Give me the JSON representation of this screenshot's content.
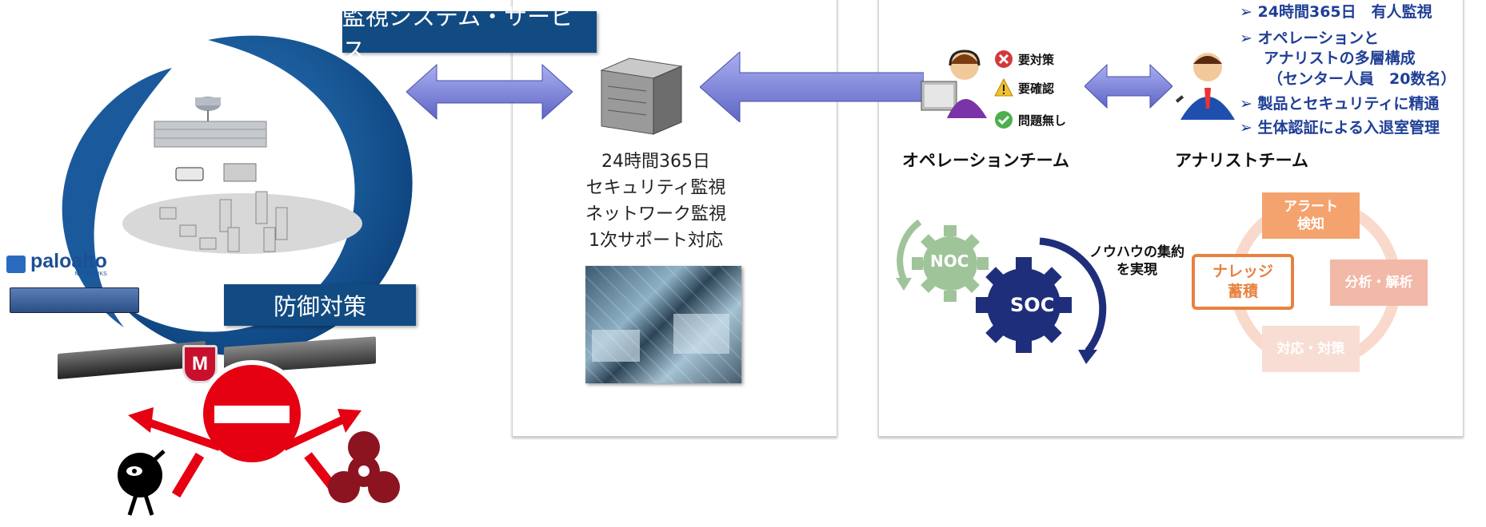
{
  "banners": {
    "monitoring": "監視システム・サービス",
    "defense": "防御対策"
  },
  "service": {
    "lines": [
      "24時間365日",
      "セキュリティ監視",
      "ネットワーク監視",
      "1次サポート対応"
    ]
  },
  "status": {
    "action": "要対策",
    "check": "要確認",
    "ok": "問題無し"
  },
  "teams": {
    "operation": "オペレーションチーム",
    "analyst": "アナリストチーム"
  },
  "bullets": [
    "24時間365日　有人監視",
    "オペレーションと",
    "アナリストの多層構成",
    "（センター人員　20数名）",
    "製品とセキュリティに精通",
    "生体認証による入退室管理"
  ],
  "gears": {
    "noc": "NOC",
    "soc": "SOC",
    "knowhow_1": "ノウハウの集約",
    "knowhow_2": "を実現"
  },
  "cycle": {
    "alert_1": "アラート",
    "alert_2": "検知",
    "analysis": "分析・解析",
    "response": "対応・対策",
    "knowledge_1": "ナレッジ",
    "knowledge_2": "蓄積"
  },
  "logos": {
    "paloalto": "paloalto",
    "paloalto_sub": "NETWORKS",
    "mcafee": "M"
  },
  "colors": {
    "navy": "#124b82",
    "arrow": "#7f86d8",
    "bullet_text": "#1f3f96",
    "noc": "#9fc49a",
    "soc": "#1f2e7a",
    "alert_box": "#f4a36e",
    "analysis_box": "#f2b8a8",
    "response_box": "#f7ddd3",
    "knowledge_border": "#e8813f"
  }
}
